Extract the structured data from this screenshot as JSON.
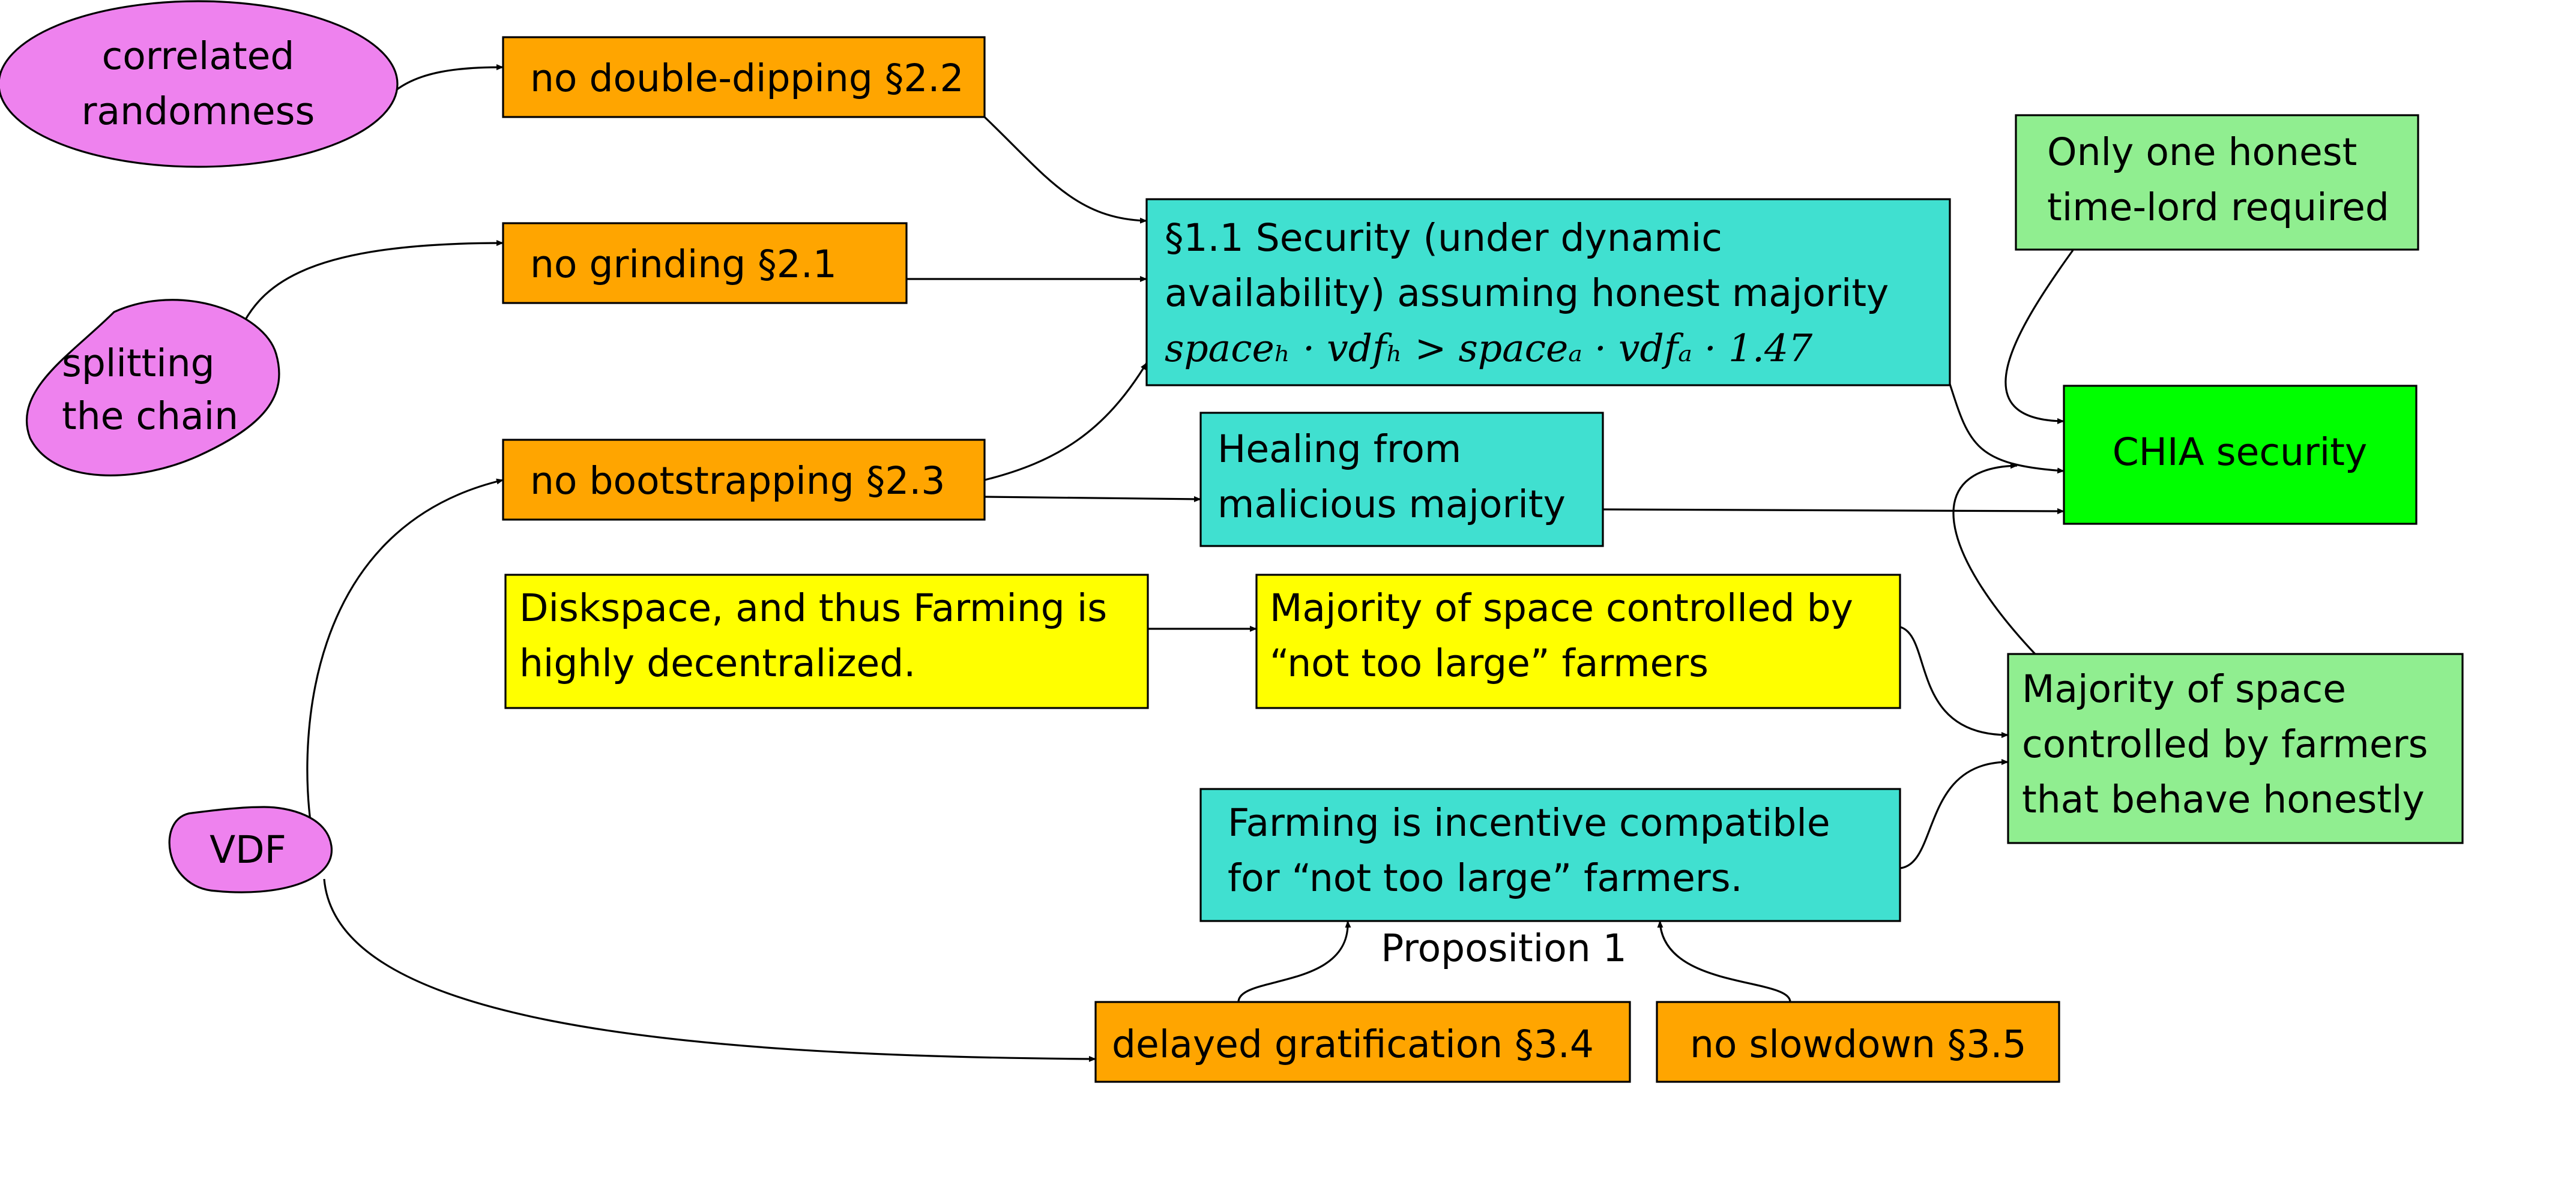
{
  "colors": {
    "pink": "#ee82ee",
    "orange": "#ffa500",
    "cyan": "#40e0d0",
    "light_green": "#90ee90",
    "green": "#00ff00",
    "yellow": "#ffff00"
  },
  "nodes": {
    "correlated_randomness": [
      "correlated",
      "randomness"
    ],
    "splitting_chain": [
      "splitting",
      "the chain"
    ],
    "vdf": [
      "VDF"
    ],
    "no_double_dipping": [
      "no double-dipping §2.2"
    ],
    "no_grinding": [
      "no grinding §2.1"
    ],
    "no_bootstrapping": [
      "no bootstrapping §2.3"
    ],
    "security": [
      "§1.1 Security (under dynamic",
      "availability) assuming honest majority",
      "spaceₕ · vdfₕ > spaceₐ · vdfₐ · 1.47"
    ],
    "healing": [
      "Healing from",
      "malicious majority"
    ],
    "diskspace": [
      "Diskspace, and thus Farming is",
      "highly decentralized."
    ],
    "majority_not_too_large": [
      "Majority of space controlled by",
      "“not too large” farmers"
    ],
    "incentive_compatible": [
      "Farming is incentive compatible",
      "for “not too large” farmers."
    ],
    "delayed_gratification": [
      "delayed gratification §3.4"
    ],
    "no_slowdown": [
      "no slowdown §3.5"
    ],
    "one_honest_timelord": [
      "Only one honest",
      "time-lord required"
    ],
    "chia_security": [
      "CHIA security"
    ],
    "majority_honest": [
      "Majority of space",
      "controlled by farmers",
      "that behave honestly"
    ]
  },
  "edge_labels": {
    "proposition": "Proposition 1"
  }
}
